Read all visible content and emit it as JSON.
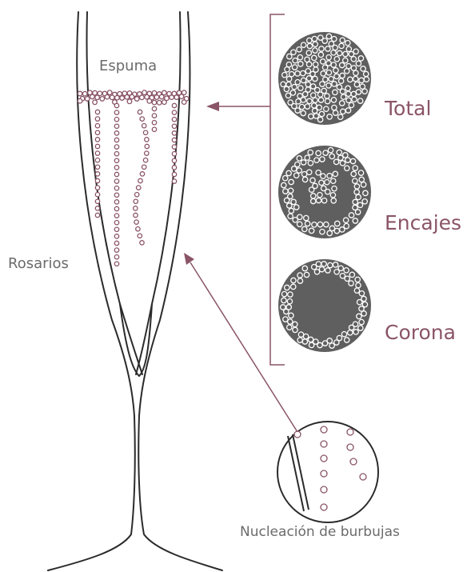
{
  "labels": {
    "espuma": "Espuma",
    "rosarios": "Rosarios",
    "nucleacion": "Nucleación de burbujas"
  },
  "foam_types": [
    {
      "id": "total",
      "label": "Total"
    },
    {
      "id": "encajes",
      "label": "Encajes"
    },
    {
      "id": "corona",
      "label": "Corona"
    }
  ],
  "colors": {
    "wine": "#8a5566",
    "outline": "#2b2b2b",
    "text_gray": "#6b6b6b",
    "disc_fill": "#5f5f5f"
  }
}
